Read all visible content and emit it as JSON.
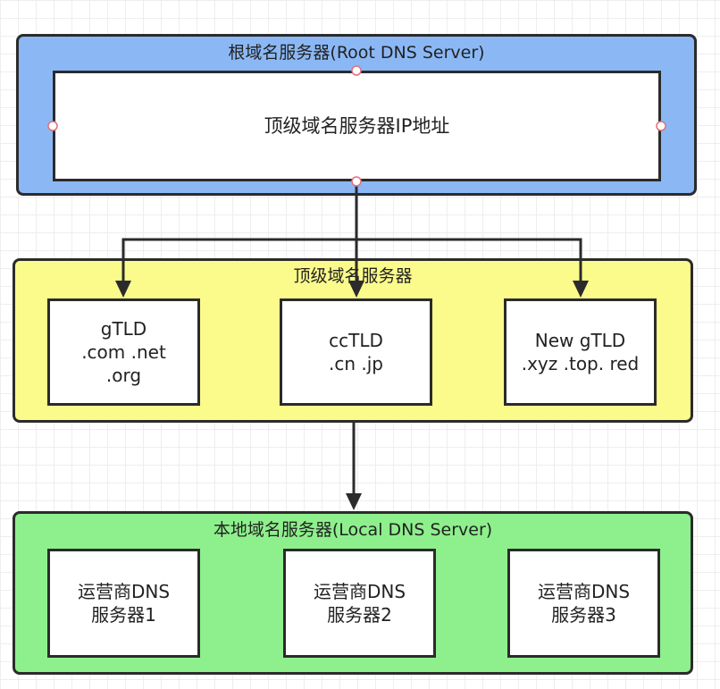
{
  "colors": {
    "root_fill": "#8bb8f5",
    "tld_fill": "#fbfb8c",
    "local_fill": "#8ef08c",
    "border": "#2b2b2b",
    "handle": "#e0707a"
  },
  "root": {
    "title": "根域名服务器(Root DNS Server)",
    "inner_label": "顶级域名服务器IP地址"
  },
  "tld": {
    "title": "顶级域名服务器",
    "boxes": [
      {
        "lines": [
          "gTLD",
          ".com .net",
          ".org"
        ]
      },
      {
        "lines": [
          "ccTLD",
          ".cn .jp"
        ]
      },
      {
        "lines": [
          "New gTLD",
          ".xyz .top. red"
        ]
      }
    ]
  },
  "local": {
    "title": "本地域名服务器(Local DNS Server)",
    "boxes": [
      {
        "lines": [
          "运营商DNS",
          "服务器1"
        ]
      },
      {
        "lines": [
          "运营商DNS",
          "服务器2"
        ]
      },
      {
        "lines": [
          "运营商DNS",
          "服务器3"
        ]
      }
    ]
  }
}
